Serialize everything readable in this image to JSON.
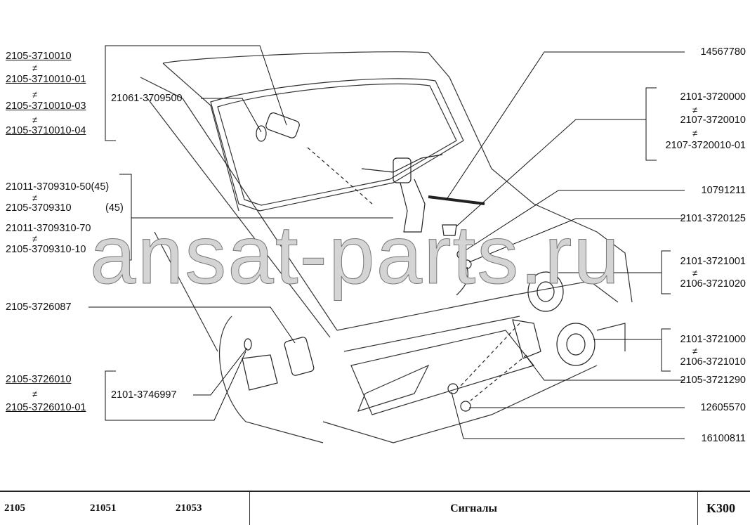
{
  "watermark": "ansat-parts.ru",
  "neq": "≠",
  "left_labels": {
    "group1": [
      "2105-3710010",
      "2105-3710010-01",
      "2105-3710010-03",
      "2105-3710010-04"
    ],
    "lamp": "21061-3709500",
    "group2": [
      "21011-3709310-50(45)",
      "2105-3709310",
      "(45)",
      "21011-3709310-70",
      "2105-3709310-10"
    ],
    "side_lamp": "2105-3726087",
    "group3": [
      "2105-3726010",
      "2105-3726010-01"
    ],
    "bulb": "2101-3746997"
  },
  "right_labels": {
    "a": "14567780",
    "group1": [
      "2101-3720000",
      "2107-3720010",
      "2107-3720010-01"
    ],
    "b": "10791211",
    "c": "2101-3720125",
    "group2": [
      "2101-3721001",
      "2106-3721020"
    ],
    "group3": [
      "2101-3721000",
      "2106-3721010"
    ],
    "d": "2105-3721290",
    "e": "12605570",
    "f": "16100811"
  },
  "footer": {
    "models": [
      "2105",
      "21051",
      "21053"
    ],
    "title": "Сигналы",
    "code": "K300"
  }
}
